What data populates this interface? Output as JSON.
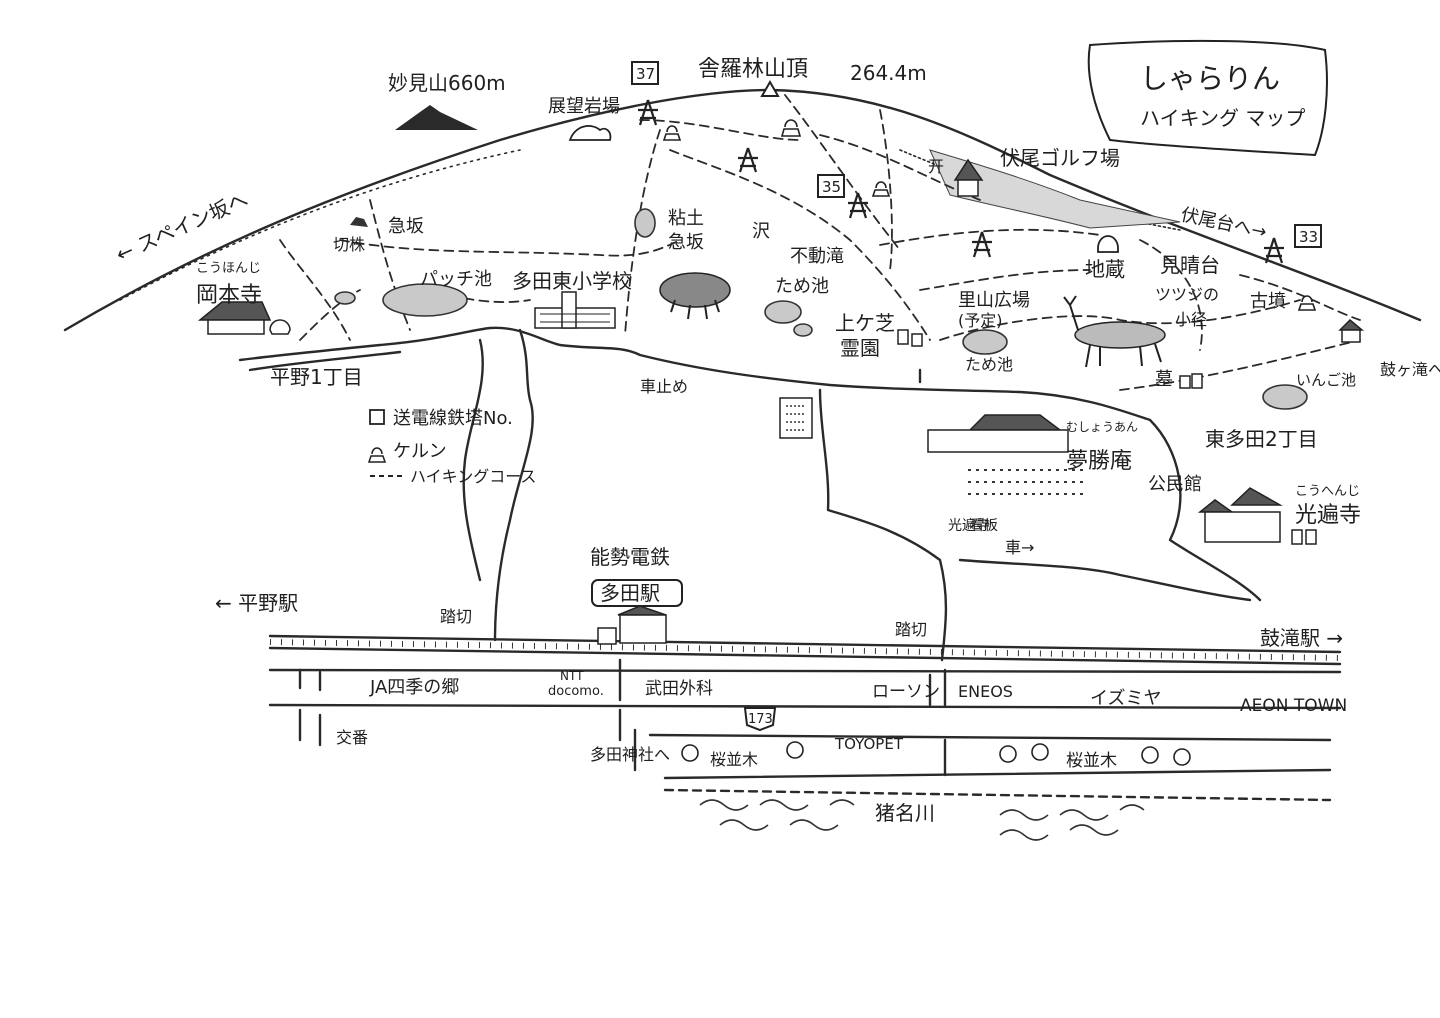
{
  "title": {
    "line1": "しゃらりん",
    "line2": "ハイキング マップ"
  },
  "summit": {
    "name": "舎羅林山頂",
    "elevation": "264.4m"
  },
  "mountain": {
    "name": "妙見山660m"
  },
  "legend": {
    "items": [
      {
        "symbol": "tower-icon",
        "label": "送電線鉄塔No."
      },
      {
        "symbol": "cairn-icon",
        "label": "ケルン"
      },
      {
        "symbol": "dashed-line",
        "label": "ハイキングコース"
      }
    ]
  },
  "tower_numbers": [
    "37",
    "35",
    "33"
  ],
  "directions": {
    "spain_slope": "← スペイン坂へ",
    "fushio_dai": "伏尾台へ→",
    "tsuzumigataki": "鼓ヶ滝へ",
    "hirano_station": "← 平野駅",
    "tsuzumigataki_station": "鼓滝駅 →",
    "tada_shrine": "多田神社へ",
    "car": "車→"
  },
  "places": {
    "tenbo_iwaba": "展望岩場",
    "kyuzaka_top": "急坂",
    "kirikabu": "切株",
    "patche_ike": "パッチ池",
    "nendo": "粘土",
    "nendo_kyuzaka": "急坂",
    "sawa": "沢",
    "fudo_taki": "不動滝",
    "tame_ike_upper": "ため池",
    "tada_higashi_school": "多田東小学校",
    "kamigashiba": "上ケ芝",
    "reien": "霊園",
    "satoyama_hiroba": "里山広場",
    "yotei": "(予定)",
    "tame_ike_lower": "ため池",
    "jizo": "地蔵",
    "miharashidai": "見晴台",
    "tsutsuji_path_1": "ツツジの",
    "tsutsuji_path_2": "小径",
    "kofun": "古墳",
    "haka": "墓",
    "inoko_ike": "いんご池",
    "higashi_tada": "東多田2丁目",
    "koonji_reading": "こうほんじ",
    "koonji": "岡本寺",
    "hirano": "平野1丁目",
    "kurumadome": "車止め",
    "mushouan_reading": "むしょうあん",
    "mushouan": "夢勝庵",
    "kominkan": "公民館",
    "kohenji_reading": "こうへんじ",
    "kohenji": "光遍寺",
    "kohenji_small": "光遍寺",
    "sekihi": "看板",
    "fushio_golf": "伏尾ゴルフ場",
    "golf_mark": "开"
  },
  "railway": {
    "line_name": "能勢電鉄",
    "station": "多田駅",
    "crossing_west": "踏切",
    "crossing_east": "踏切"
  },
  "route": {
    "number": "173"
  },
  "shops": {
    "ja": "JA四季の郷",
    "ntt_1": "NTT",
    "ntt_2": "docomo.",
    "takeda": "武田外科",
    "lawson": "ローソン",
    "eneos": "ENEOS",
    "izumiya": "イズミヤ",
    "aeon": "AEON TOWN",
    "toyopet": "TOYOPET",
    "koban": "交番"
  },
  "river": {
    "name": "猪名川",
    "cherry_west": "桜並木",
    "cherry_east": "桜並木"
  }
}
